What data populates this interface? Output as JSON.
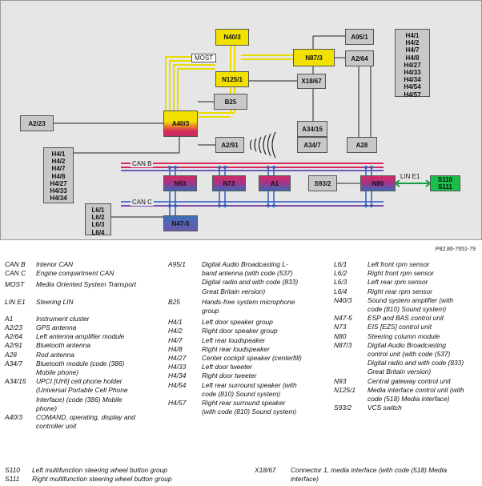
{
  "diagram": {
    "nodes": {
      "N40_3": "N40/3",
      "A95_1": "A95/1",
      "N87_3": "N87/3",
      "A2_64": "A2/64",
      "N125_1": "N125/1",
      "X18_67": "X18/67",
      "B25": "B25",
      "A2_23": "A2/23",
      "A40_3": "A40/3",
      "A2_91": "A2/91",
      "A34_15": "A34/15",
      "A34_7": "A34/7",
      "A28": "A28",
      "N93": "N93",
      "N73": "N73",
      "A1": "A1",
      "S93_2": "S93/2",
      "N80": "N80",
      "S110": "S110",
      "S111": "S111",
      "N47_5": "N47-5"
    },
    "list_top_right": [
      "H4/1",
      "H4/2",
      "H4/7",
      "H4/8",
      "H4/27",
      "H4/33",
      "H4/34",
      "H4/54",
      "H4/57"
    ],
    "list_left": [
      "H4/1",
      "H4/2",
      "H4/7",
      "H4/8",
      "H4/27",
      "H4/33",
      "H4/34"
    ],
    "list_l6": [
      "L6/1",
      "L6/2",
      "L6/3",
      "L6/4"
    ],
    "most_label": "MOST",
    "can_b_label": "CAN B",
    "can_c_label": "CAN C",
    "lin_label": "LIN E1",
    "ref_code": "P82.86-7651-79"
  },
  "legend": {
    "col1": [
      {
        "code": "CAN B",
        "desc": "Interior CAN"
      },
      {
        "code": "CAN C",
        "desc": "Engine compartment CAN"
      },
      {
        "code": "MOST",
        "desc": "Media Oriented System Transport"
      },
      {
        "code": "LIN E1",
        "desc": "Steering LIN"
      },
      {
        "code": "A1",
        "desc": "Instrument cluster"
      },
      {
        "code": "A2/23",
        "desc": "GPS antenna"
      },
      {
        "code": "A2/64",
        "desc": "Left antenna amplifier module"
      },
      {
        "code": "A2/91",
        "desc": "Bluetooth antenna"
      },
      {
        "code": "A28",
        "desc": "Rod antenna"
      },
      {
        "code": "A34/7",
        "desc": "Bluetooth module (code (386)"
      },
      {
        "code": "",
        "desc": "Mobile phone)"
      },
      {
        "code": "A34/15",
        "desc": "UPCI [UHI] cell phone holder"
      },
      {
        "code": "",
        "desc": "(Universal Portable Cell Phone"
      },
      {
        "code": "",
        "desc": "Interface) (code (386) Mobile"
      },
      {
        "code": "",
        "desc": "phone)"
      },
      {
        "code": "A40/3",
        "desc": "COMAND, operating, display and"
      },
      {
        "code": "",
        "desc": "controller unit"
      }
    ],
    "col2": [
      {
        "code": "A95/1",
        "desc": "Digital Audio Broadcasting L-"
      },
      {
        "code": "",
        "desc": "band antenna (with code (537)"
      },
      {
        "code": "",
        "desc": "Digital radio and with code (833)"
      },
      {
        "code": "",
        "desc": "Great Britain version)"
      },
      {
        "code": "B25",
        "desc": "Hands-free system microphone"
      },
      {
        "code": "",
        "desc": "group"
      },
      {
        "code": "H4/1",
        "desc": "Left door speaker group"
      },
      {
        "code": "H4/2",
        "desc": "Right door speaker group"
      },
      {
        "code": "H4/7",
        "desc": "Left rear loudspeaker"
      },
      {
        "code": "H4/8",
        "desc": "Right rear loudspeaker"
      },
      {
        "code": "H4/27",
        "desc": "Center cockpit speaker (centerfill)"
      },
      {
        "code": "H4/33",
        "desc": "Left door tweeter"
      },
      {
        "code": "H4/34",
        "desc": "Right door tweeter"
      },
      {
        "code": "H4/54",
        "desc": "Left rear surround speaker (with"
      },
      {
        "code": "",
        "desc": "code (810) Sound system)"
      },
      {
        "code": "H4/57",
        "desc": "Right rear surround speaker"
      },
      {
        "code": "",
        "desc": "(with code (810) Sound system)"
      }
    ],
    "col3": [
      {
        "code": "L6/1",
        "desc": "Left front rpm sensor"
      },
      {
        "code": "L6/2",
        "desc": "Right front rpm sensor"
      },
      {
        "code": "L6/3",
        "desc": "Left rear rpm sensor"
      },
      {
        "code": "L6/4",
        "desc": "Right rear rpm sensor"
      },
      {
        "code": "N40/3",
        "desc": "Sound system amplifier (with"
      },
      {
        "code": "",
        "desc": "code (810) Sound system)"
      },
      {
        "code": "N47-5",
        "desc": "ESP and BAS control unit"
      },
      {
        "code": "N73",
        "desc": "EIS [EZS] control unit"
      },
      {
        "code": "N80",
        "desc": "Steering column module"
      },
      {
        "code": "N87/3",
        "desc": "Digital Audio Broadcasting"
      },
      {
        "code": "",
        "desc": "control unit (with code (537)"
      },
      {
        "code": "",
        "desc": "Digital radio and with code (833)"
      },
      {
        "code": "",
        "desc": "Great Britain version)"
      },
      {
        "code": "N93",
        "desc": "Central gateway control unit"
      },
      {
        "code": "N125/1",
        "desc": "Media interface control unit (with"
      },
      {
        "code": "",
        "desc": "code (518) Media interface)"
      },
      {
        "code": "S93/2",
        "desc": "VCS switch"
      }
    ],
    "bottom_left": [
      {
        "code": "S110",
        "desc": "Left multifunction steering wheel button group"
      },
      {
        "code": "S111",
        "desc": "Right multifunction steering wheel button group"
      }
    ],
    "bottom_right": [
      {
        "code": "X18/67",
        "desc": "Connector 1, media interface (with code (518) Media"
      },
      {
        "code": "",
        "desc": "interface)"
      }
    ]
  }
}
